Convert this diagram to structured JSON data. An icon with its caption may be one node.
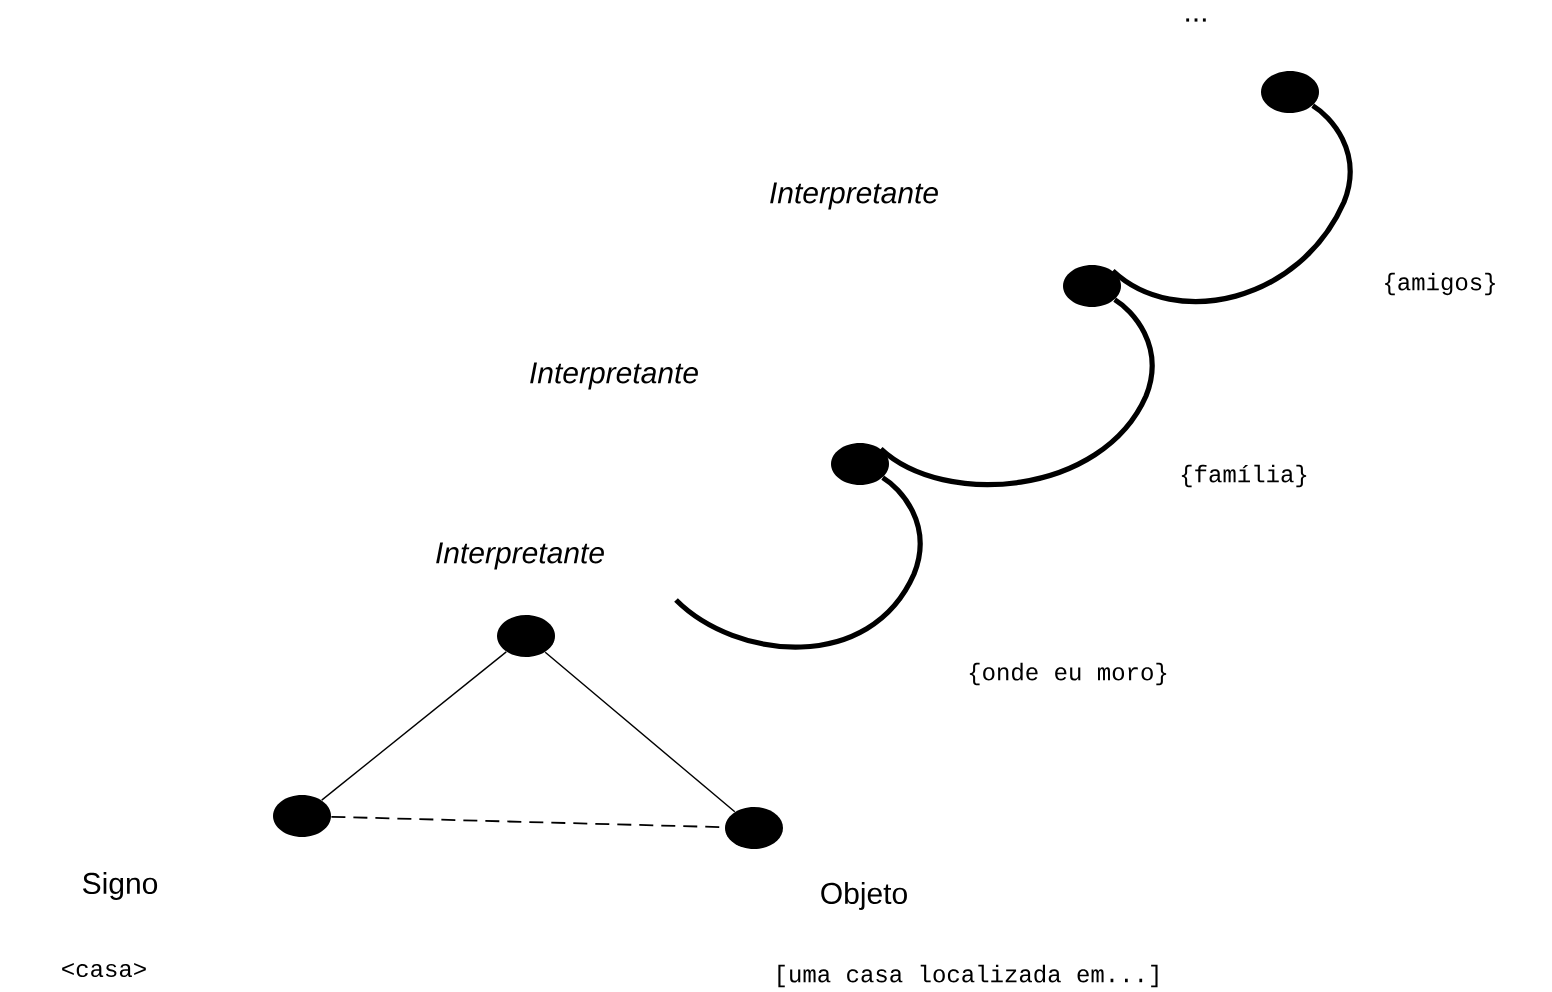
{
  "diagram": {
    "nodes": [
      {
        "text": [],
        "shape": "circle",
        "beside": [
          "Interpretante"
        ]
      },
      {
        "text": [],
        "shape": "circle",
        "beside": [
          "Signo",
          "<casa>"
        ]
      },
      {
        "text": [],
        "shape": "circle",
        "beside": [
          "Objeto",
          "[uma casa localizada em...]"
        ]
      },
      {
        "text": [],
        "shape": "circle"
      },
      {
        "text": [],
        "shape": "circle"
      },
      {
        "text": [],
        "shape": "circle",
        "beside": [
          "..."
        ]
      }
    ],
    "edges": [
      {
        "from": 0,
        "to": 1,
        "arrow": "none"
      },
      {
        "from": 0,
        "to": 2,
        "arrow": "none"
      },
      {
        "from": 1,
        "to": 2,
        "arrow": "none",
        "style": "dashed"
      },
      {
        "from": null,
        "to": 3,
        "arrow": "none",
        "style": "thick",
        "label": "{onde eu moro}"
      },
      {
        "from": 3,
        "to": 4,
        "arrow": "none",
        "style": "thick",
        "label": "{família}"
      },
      {
        "from": 4,
        "to": 5,
        "arrow": "none",
        "style": "thick",
        "label": "{amigos}"
      }
    ],
    "labels": [
      "Interpretante",
      "Interpretante"
    ]
  }
}
